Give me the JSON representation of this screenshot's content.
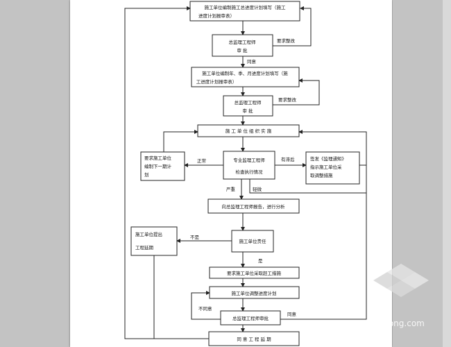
{
  "diagram": {
    "boxes": {
      "b1_line1": "施工单位编制施工总进度计划填写（施工",
      "b1_line2": "进度计划报审表）",
      "b2_line1": "总监理工程师",
      "b2_line2": "审 批",
      "b3_line1": "施工单位编制年、季、月进度计划填写（施",
      "b3_line2": "工进度计划报审表）",
      "b4_line1": "总监理工程师",
      "b4_line2": "审 批",
      "b5": "施 工 单 位 组 织 实 施",
      "b6_line1": "专业监理工程师",
      "b6_line2": "检查执行情况",
      "b7_line1": "要求施工单位",
      "b7_line2": "编制下一期计",
      "b7_line3": "划",
      "b8_line1": "签发《监理通知》",
      "b8_line2": "指示施工单位采",
      "b8_line3": "取调整措施",
      "b9": "向总监理工程师报告，进行分析",
      "b10": "施工单位责任",
      "b11_line1": "施工单位提出",
      "b11_line2": "工程延期",
      "b12": "要求施工单位采取赶工措施",
      "b13": "施工单位调整进度计划",
      "b14": "总监理工程师审批",
      "b15": "同 意 工 程 延 期"
    },
    "labels": {
      "req_mod_1": "要求整改",
      "agree_1": "同意",
      "req_mod_2": "要求整改",
      "normal": "正常",
      "lagging": "有滞后",
      "serious": "严重",
      "slight": "轻微",
      "no": "不是",
      "yes": "是",
      "disagree": "不同意",
      "agree_2": "同意"
    }
  },
  "watermark": {
    "text": "zhulong.com"
  }
}
